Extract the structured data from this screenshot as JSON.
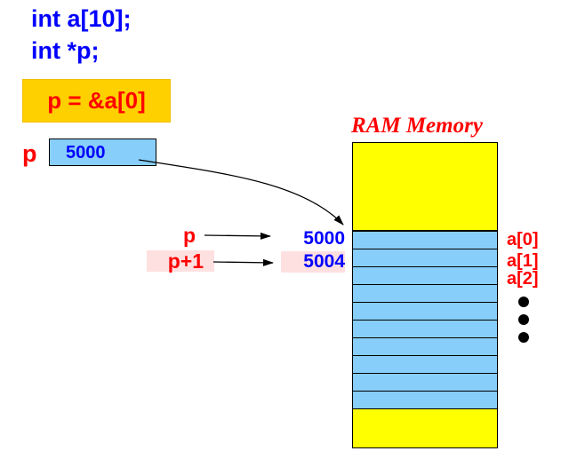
{
  "code": {
    "line1": "int a[10];",
    "line2": "int *p;",
    "assignment": "p = &a[0]"
  },
  "pointer_var": {
    "name": "p",
    "value": "5000"
  },
  "memory": {
    "title": "RAM Memory",
    "cells": 10,
    "colors": {
      "free": "#ffff00",
      "array": "#87cefa",
      "text_red": "#ff0000",
      "text_blue": "#0000ff",
      "highlight": "#ffe0e0",
      "assign_bg": "#ffd000"
    }
  },
  "pointers": [
    {
      "label": "p",
      "address": "5000",
      "highlighted": false
    },
    {
      "label": "p+1",
      "address": "5004",
      "highlighted": true
    }
  ],
  "elements": [
    "a[0]",
    "a[1]",
    "a[2]"
  ],
  "ellipsis_dots": 3
}
